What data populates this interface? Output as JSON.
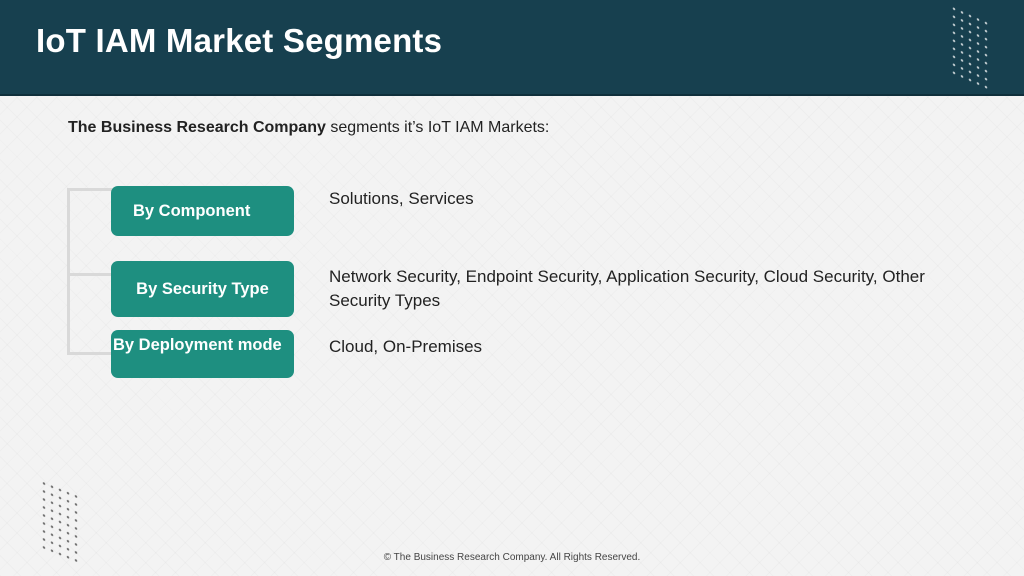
{
  "header": {
    "title": "IoT IAM Market Segments"
  },
  "intro": {
    "company": "The Business Research Company",
    "text": " segments it’s IoT IAM Markets:"
  },
  "segments": [
    {
      "label": "By Component",
      "description": "Solutions, Services"
    },
    {
      "label": "By Security Type",
      "description": "Network Security, Endpoint Security, Application Security, Cloud Security, Other Security Types"
    },
    {
      "label": "By Deployment mode",
      "description": "Cloud, On-Premises"
    }
  ],
  "footer": {
    "copyright": "© The Business Research Company. All Rights Reserved."
  },
  "colors": {
    "header": "#17404f",
    "accent": "#1e8f80"
  }
}
